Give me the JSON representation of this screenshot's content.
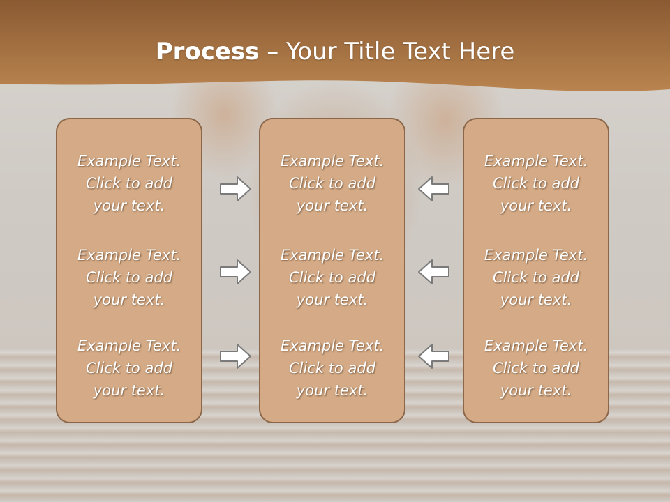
{
  "slide": {
    "title_bold": "Process",
    "title_rest": " – Your Title Text Here",
    "colors": {
      "header": "#b07a45",
      "panel_fill": "#d4ab86",
      "panel_border": "#8b6648",
      "text": "#ffffff"
    }
  },
  "columns": [
    {
      "items": [
        {
          "line1": "Example Text.",
          "line2": "Click  to add",
          "line3": "your text."
        },
        {
          "line1": "Example Text.",
          "line2": "Click  to add",
          "line3": "your text."
        },
        {
          "line1": "Example Text.",
          "line2": "Click  to add",
          "line3": "your text."
        }
      ]
    },
    {
      "items": [
        {
          "line1": "Example Text.",
          "line2": "Click  to add",
          "line3": "your text."
        },
        {
          "line1": "Example Text.",
          "line2": "Click  to add",
          "line3": "your text."
        },
        {
          "line1": "Example Text.",
          "line2": "Click  to add",
          "line3": "your text."
        }
      ]
    },
    {
      "items": [
        {
          "line1": "Example Text.",
          "line2": "Click  to add",
          "line3": "your text."
        },
        {
          "line1": "Example Text.",
          "line2": "Click  to add",
          "line3": "your text."
        },
        {
          "line1": "Example Text.",
          "line2": "Click  to add",
          "line3": "your text."
        }
      ]
    }
  ],
  "arrows": {
    "left_group": [
      "arrow-right-icon",
      "arrow-right-icon",
      "arrow-right-icon"
    ],
    "right_group": [
      "arrow-left-icon",
      "arrow-left-icon",
      "arrow-left-icon"
    ]
  }
}
